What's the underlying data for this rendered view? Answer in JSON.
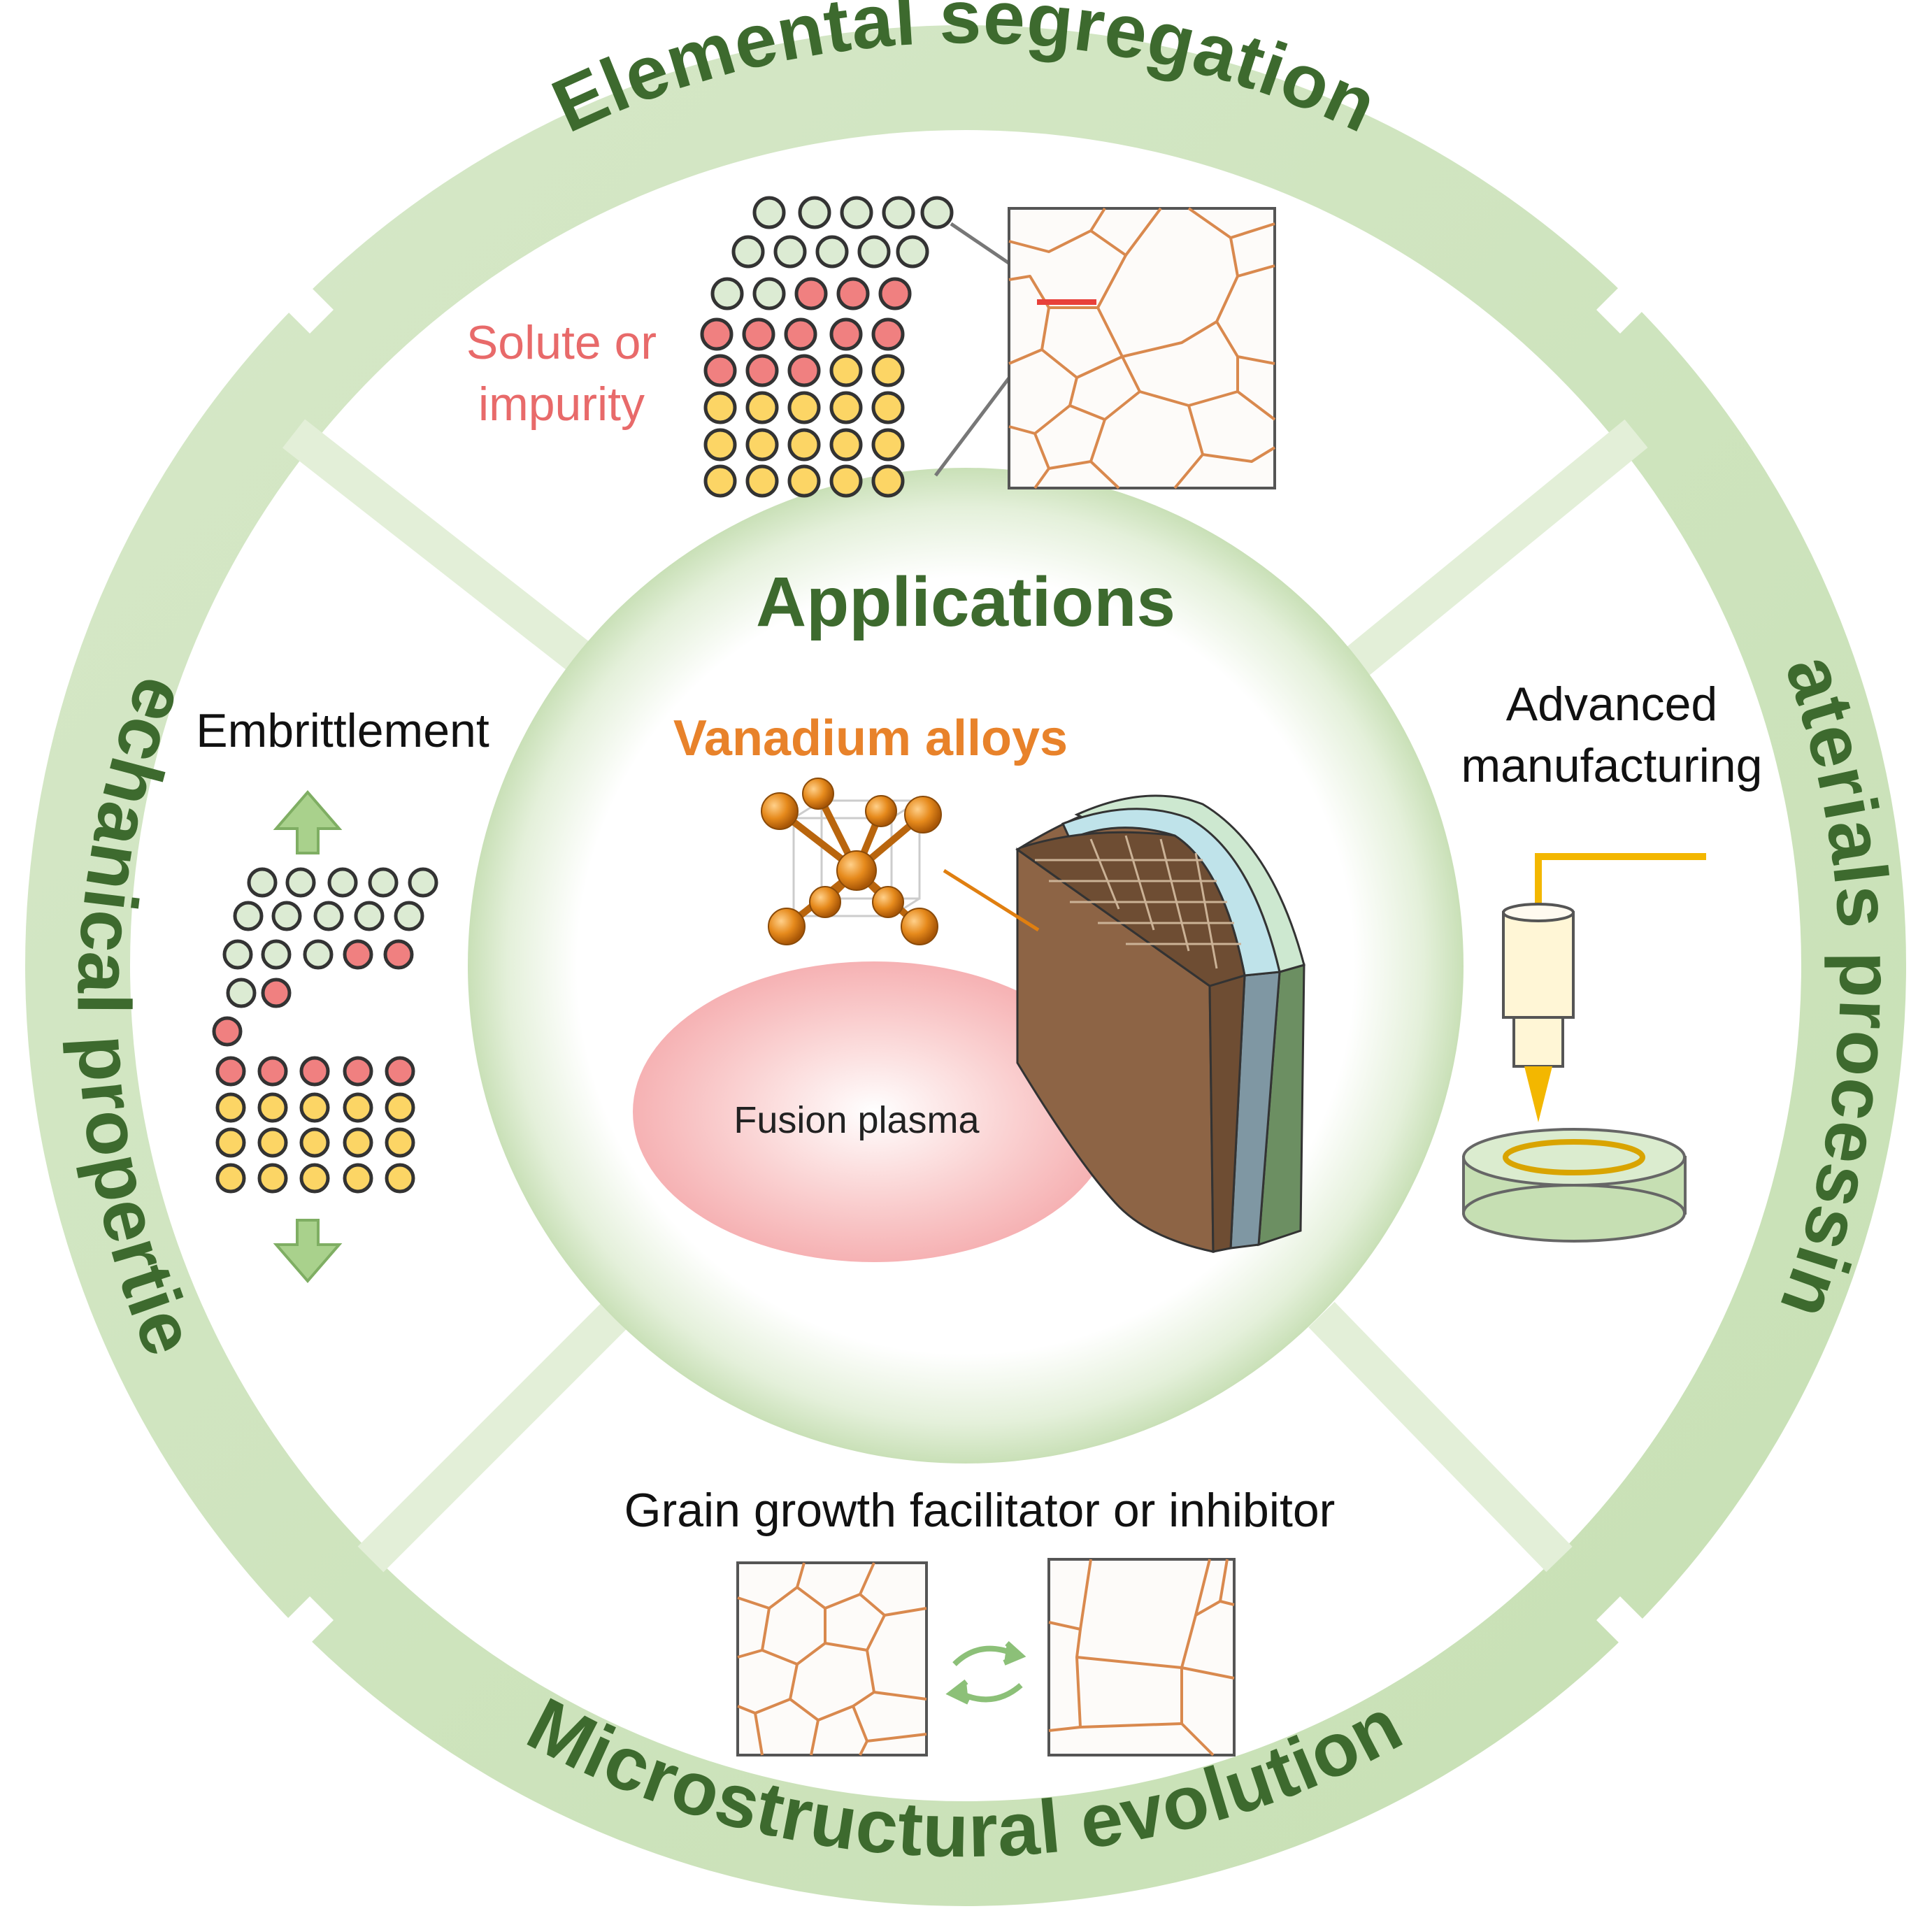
{
  "ring_sections": {
    "top": "Elemental segregation",
    "right": "Materials processing",
    "bottom": "Microstructural evolution",
    "left": "Mechanical properties"
  },
  "center": {
    "title": "Applications",
    "subtitle": "Vanadium alloys",
    "plasma_label": "Fusion plasma"
  },
  "segregation": {
    "label_line1": "Solute or",
    "label_line2": "impurity"
  },
  "processing": {
    "label_line1": "Advanced",
    "label_line2": "manufacturing"
  },
  "microstructure": {
    "label": "Grain growth facilitator or inhibitor"
  },
  "mechanical": {
    "label": "Embrittlement"
  },
  "colors": {
    "ring": "#cfe3c0",
    "dark_green": "#3d6a2e",
    "solute": "#f08080",
    "matrix": "#fcd565",
    "host": "#dcebd3",
    "vanadium": "#e07f10",
    "grain_boundary": "#d9894e"
  },
  "icons": [
    "up-arrow-icon",
    "down-arrow-icon",
    "cycle-arrows-icon",
    "nozzle-icon",
    "bcc-lattice-icon",
    "blanket-module-icon"
  ]
}
